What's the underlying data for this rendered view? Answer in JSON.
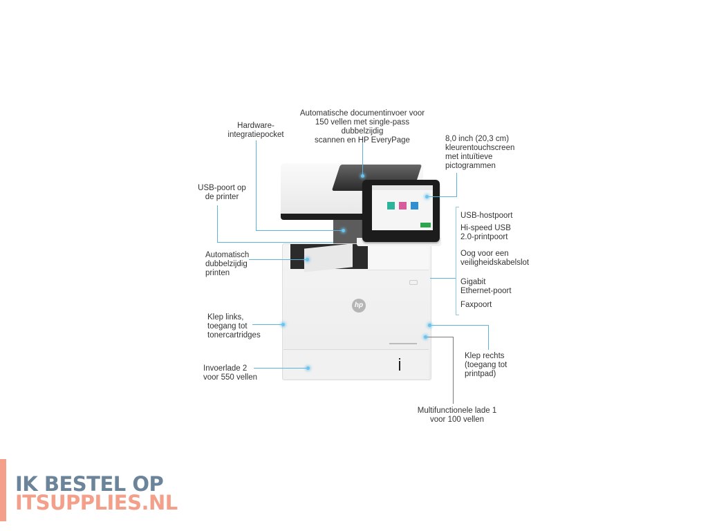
{
  "product": {
    "brand_mark": "hp",
    "description": "HP LaserJet Enterprise multifunction printer with labeled features"
  },
  "labels": {
    "hardware_pocket": "Hardware-\nintegratiepocket",
    "adf": "Automatische documentinvoer voor\n150 vellen met single-pass dubbelzijdig\nscannen en HP EveryPage",
    "touchscreen": "8,0 inch (20,3 cm)\nkleurentouchscreen\nmet intuïtieve\npictogrammen",
    "usb_printer": "USB-poort op\nde printer",
    "duplex": "Automatisch\ndubbelzijdig\nprinten",
    "left_door": "Klep links,\ntoegang tot\ntonercartridges",
    "tray2": "Invoerlade 2\nvoor 550 vellen",
    "right_door": "Klep rechts\n(toegang tot\nprintpad)",
    "tray1": "Multifunctionele lade 1\nvoor 100 vellen",
    "ports": [
      "USB-hostpoort",
      "Hi-speed USB\n2.0-printpoort",
      "Oog voor een\nveiligheidskabelslot",
      "Gigabit\nEthernet-poort",
      "Faxpoort"
    ]
  },
  "screen": {
    "tiles": [
      {
        "color": "#2bb39b"
      },
      {
        "color": "#d65a9c"
      },
      {
        "color": "#2f8fd0"
      }
    ],
    "action_color": "#2da44e"
  },
  "logo": {
    "line1": "IK BESTEL OP",
    "line2": "ITSUPPLIES.NL",
    "color1": "#6b8499",
    "color2": "#f39f8a"
  }
}
